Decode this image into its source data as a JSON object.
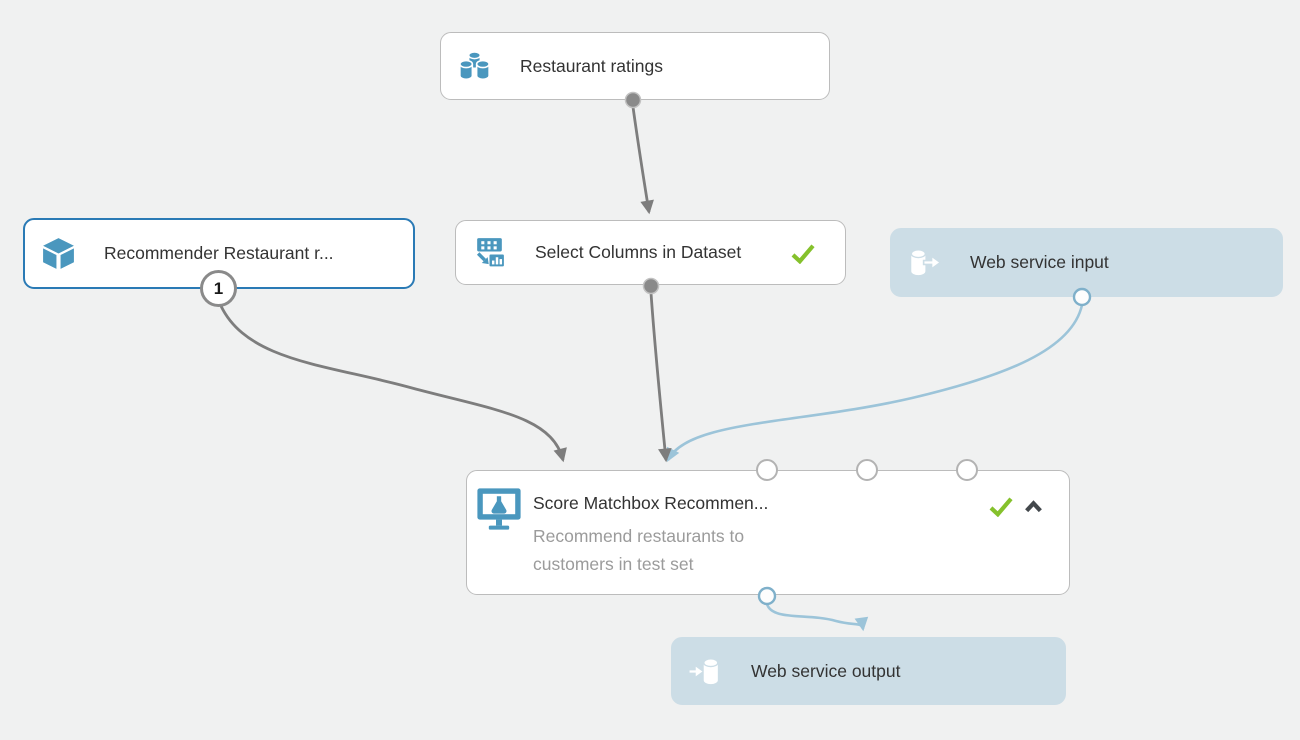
{
  "colors": {
    "canvas_background": "#f0f1f1",
    "node_background": "#ffffff",
    "node_border": "#bcbcbc",
    "selection_blue": "#2a7ab5",
    "icon_blue": "#4a97be",
    "web_service_node_background": "#ccdde6",
    "edge_gray": "#7d7d7d",
    "edge_blue": "#9cc4d9",
    "status_green": "#85c12c",
    "title_text": "#333333",
    "description_text": "#9b9b9b"
  },
  "icons": {
    "dataset": "stacked-cylinders",
    "trained_model": "cube",
    "select_columns": "table-arrow-bars",
    "web_service_input": "cylinder-arrow-out",
    "score_module": "monitor-flask",
    "web_service_output": "arrow-into-cylinder",
    "status_ok": "checkmark",
    "collapse": "chevron-up"
  },
  "nodes": {
    "restaurant_ratings": {
      "label": "Restaurant ratings"
    },
    "recommender": {
      "label": "Recommender Restaurant r...",
      "badge": "1"
    },
    "select_columns": {
      "label": "Select Columns in Dataset",
      "status": "completed"
    },
    "web_service_input": {
      "label": "Web service input"
    },
    "score_matchbox": {
      "title": "Score Matchbox Recommen...",
      "description": "Recommend restaurants to customers in test set",
      "status": "completed"
    },
    "web_service_output": {
      "label": "Web service output"
    }
  }
}
